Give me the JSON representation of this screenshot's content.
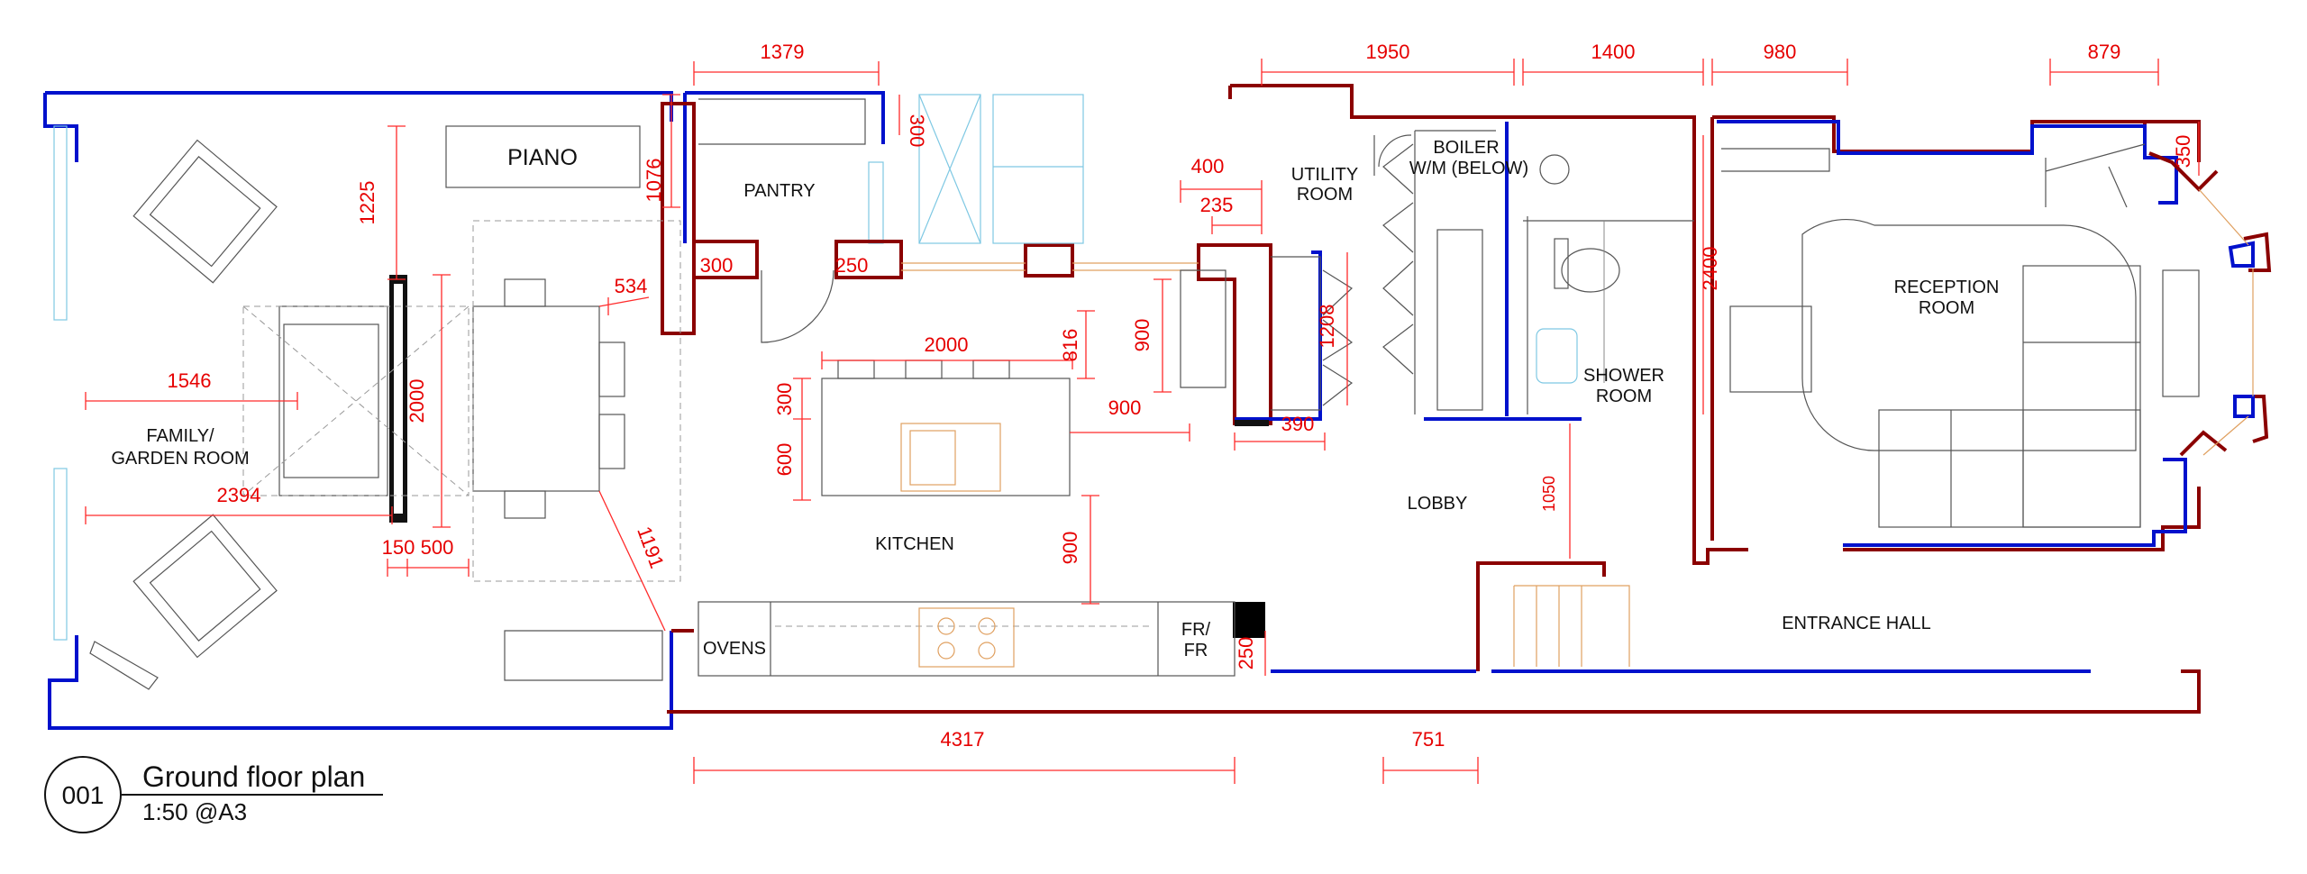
{
  "drawing": {
    "number": "001",
    "title": "Ground floor plan",
    "scale": "1:50 @A3"
  },
  "rooms": {
    "family": [
      "FAMILY/",
      "GARDEN ROOM"
    ],
    "piano": "PIANO",
    "pantry": "PANTRY",
    "kitchen": "KITCHEN",
    "ovens": "OVENS",
    "frfr": [
      "FR/",
      "FR"
    ],
    "utility": [
      "UTILITY",
      "ROOM"
    ],
    "boiler": [
      "BOILER",
      "W/M (BELOW)"
    ],
    "shower": [
      "SHOWER",
      "ROOM"
    ],
    "lobby": "LOBBY",
    "entrance": "ENTRANCE HALL",
    "reception": [
      "RECEPTION",
      "ROOM"
    ]
  },
  "dimensions": {
    "d1379": "1379",
    "d300_pantry": "300",
    "d1076": "1076",
    "d1225": "1225",
    "d300_a": "300",
    "d250_a": "250",
    "d534": "534",
    "d1546": "1546",
    "d2000_v": "2000",
    "d2394": "2394",
    "d150": "150",
    "d500": "500",
    "d1191": "1191",
    "d2000_h": "2000",
    "d816": "816",
    "d300_k": "300",
    "d600": "600",
    "d900_h": "900",
    "d900_v": "900",
    "d400": "400",
    "d235": "235",
    "d900_u": "900",
    "d1208": "1208",
    "d390": "390",
    "d4317": "4317",
    "d250_b": "250",
    "d751": "751",
    "d1950": "1950",
    "d1400": "1400",
    "d980": "980",
    "d879": "879",
    "d350": "350",
    "d2400": "2400",
    "d1050": "1050"
  },
  "colors": {
    "existing_wall": "#8b0000",
    "new_wall": "#0011cc",
    "dimension": "#e60000"
  }
}
